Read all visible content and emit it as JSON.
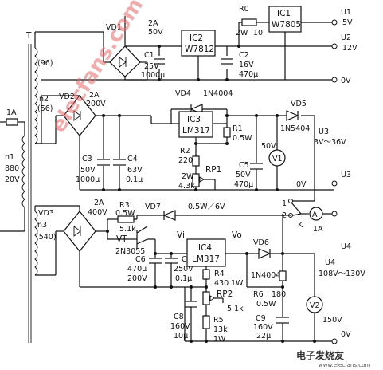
{
  "transformer": {
    "ref": "T",
    "n2_turns": "(96)",
    "n2": "n2",
    "n2_turns2": "(56)",
    "n1": "n1",
    "n1_turns": "880",
    "n1_volt": "20V",
    "n3": "n3",
    "n3_turns": "(540)"
  },
  "fuse": {
    "rating": "1A"
  },
  "bridges": {
    "vd1": {
      "ref": "VD1",
      "rating": "2A",
      "volt": "50V"
    },
    "vd2": {
      "ref": "VD2",
      "rating": "2A",
      "volt": "200V"
    },
    "vd3": {
      "ref": "VD3",
      "rating": "2A",
      "volt": "400V"
    }
  },
  "ics": {
    "ic1": {
      "ref": "IC1",
      "part": "W7805"
    },
    "ic2": {
      "ref": "IC2",
      "part": "W7812"
    },
    "ic3": {
      "ref": "IC3",
      "part": "LM317"
    },
    "ic4": {
      "ref": "IC4",
      "part": "LM317"
    }
  },
  "resistors": {
    "r0": {
      "ref": "R0",
      "power": "2W",
      "value": "10"
    },
    "r1": {
      "ref": "R1",
      "value": "0.5W"
    },
    "r2": {
      "ref": "R2",
      "value": "220"
    },
    "rp1": {
      "ref": "RP1",
      "power": "2W",
      "value": "4.3k"
    },
    "r3": {
      "ref": "R3",
      "power": "0.5W",
      "value": "5.1k"
    },
    "r4": {
      "ref": "R4",
      "value": "430",
      "power": "1W"
    },
    "rp2": {
      "ref": "RP2",
      "value": "5.1k"
    },
    "r5": {
      "ref": "R5",
      "value": "13k",
      "power": "1W"
    },
    "r6": {
      "ref": "R6",
      "value": "180",
      "power": "0.5W"
    }
  },
  "capacitors": {
    "c1": {
      "ref": "C1",
      "volt": "25V",
      "value": "1000μ"
    },
    "c2": {
      "ref": "C2",
      "volt": "16V",
      "value": "470μ"
    },
    "c3": {
      "ref": "C3",
      "volt": "50V",
      "value": "1000μ"
    },
    "c4": {
      "ref": "C4",
      "volt": "63V",
      "value": "0.1μ"
    },
    "c5": {
      "ref": "C5",
      "volt": "50V",
      "value": "470μ"
    },
    "c6": {
      "ref": "C6",
      "value": "470μ",
      "volt": "200V"
    },
    "c7": {
      "ref": "C7",
      "volt": "250V",
      "value": "0.1μ"
    },
    "c8": {
      "ref": "C8",
      "volt": "160V",
      "value": "10μ"
    },
    "c9": {
      "ref": "C9",
      "volt": "160V",
      "value": "22μ"
    }
  },
  "diodes": {
    "vd4": {
      "ref": "VD4",
      "part": "1N4004"
    },
    "vd5": {
      "ref": "VD5",
      "part": "1N5404"
    },
    "vd6": {
      "ref": "VD6",
      "part": "1N4004"
    },
    "vd7": {
      "ref": "VD7",
      "rating": "0.5W／6V"
    }
  },
  "transistor": {
    "ref": "VT",
    "part": "2N3055"
  },
  "meters": {
    "v1": "V1",
    "v1_range": "50V",
    "v2": "V2",
    "v2_range": "150V",
    "ammeter": "A",
    "ammeter_range": "1A"
  },
  "switch": {
    "ref": "K",
    "pos1": "1",
    "pos2": "2"
  },
  "outputs": {
    "u1": {
      "ref": "U1",
      "volt": "5V"
    },
    "u2": {
      "ref": "U2",
      "volt": "12V"
    },
    "ov_top": "0V",
    "u3": {
      "ref": "U3",
      "range": "3V～36V"
    },
    "ov_mid": "0V",
    "u3b": "U3",
    "u4a": "U4",
    "u4": {
      "ref": "U4",
      "range": "108V～130V"
    },
    "ov_bot": "0V"
  },
  "ic4_pins": {
    "vi": "Vi",
    "vo": "Vo"
  },
  "watermark": "elecfans.com",
  "brand": {
    "name": "电子发烧友",
    "url": "www.elecfans.com"
  }
}
